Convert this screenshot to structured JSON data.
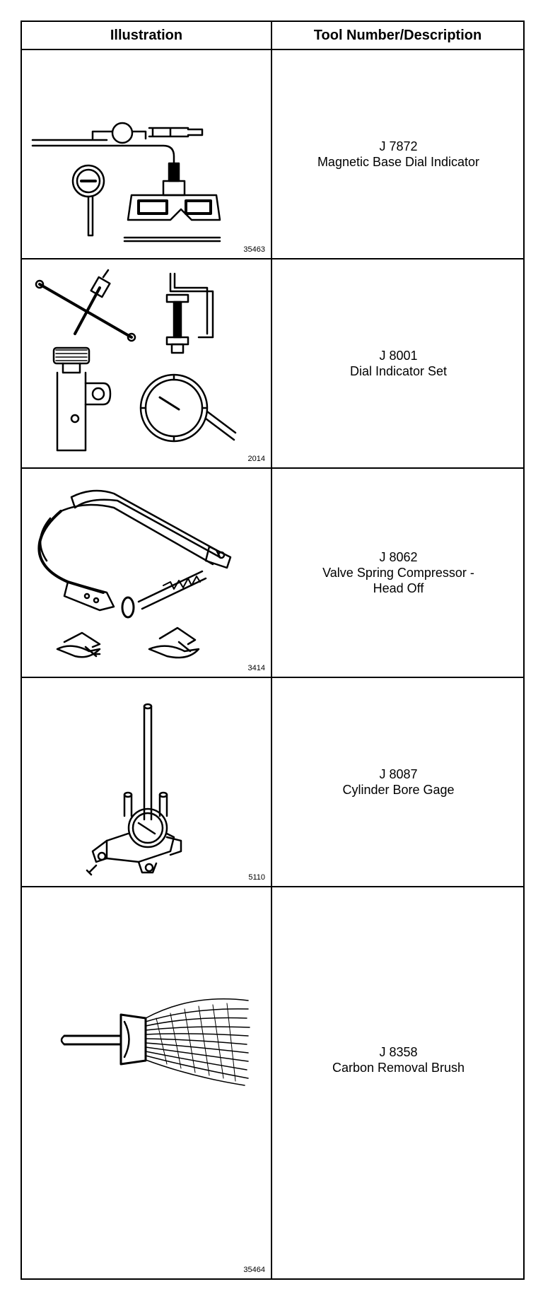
{
  "table": {
    "header_illustration": "Illustration",
    "header_description": "Tool Number/Description",
    "rows": [
      {
        "figure_number": "35463",
        "tool_number": "J 7872",
        "description": "Magnetic Base Dial Indicator",
        "icon": "magnetic-base-dial-indicator"
      },
      {
        "figure_number": "2014",
        "tool_number": "J 8001",
        "description": "Dial Indicator Set",
        "icon": "dial-indicator-set"
      },
      {
        "figure_number": "3414",
        "tool_number": "J 8062",
        "description": "Valve Spring Compressor -\nHead Off",
        "icon": "valve-spring-compressor"
      },
      {
        "figure_number": "5110",
        "tool_number": "J 8087",
        "description": "Cylinder Bore Gage",
        "icon": "cylinder-bore-gage"
      },
      {
        "figure_number": "35464",
        "tool_number": "J 8358",
        "description": "Carbon Removal Brush",
        "icon": "carbon-removal-brush"
      }
    ]
  }
}
